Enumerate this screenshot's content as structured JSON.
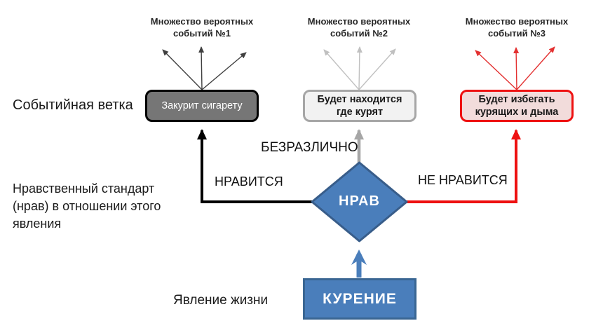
{
  "diagram": {
    "top_labels": [
      {
        "line1": "Множество вероятных",
        "line2": "событий №1"
      },
      {
        "line1": "Множество вероятных",
        "line2": "событий №2"
      },
      {
        "line1": "Множество вероятных",
        "line2": "событий №3"
      }
    ],
    "event_branch_label": "Событийная ветка",
    "event_boxes": [
      {
        "text": "Закурит сигарету",
        "line1": "Закурит сигарету",
        "line2": "",
        "fill": "#767676",
        "border": "#000000",
        "text_color": "#FFFFFF"
      },
      {
        "text": "Будет находится где курят",
        "line1": "Будет находится",
        "line2": "где курят",
        "fill": "#F2F2F2",
        "border": "#A6A6A6",
        "text_color": "#1A1A1A"
      },
      {
        "text": "Будет избегать курящих и дыма",
        "line1": "Будет избегать",
        "line2": "курящих и дыма",
        "fill": "#F2DCDB",
        "border": "#EE1111",
        "text_color": "#1A1A1A"
      }
    ],
    "branch_labels": {
      "like": "НРАВИТСЯ",
      "indifferent": "БЕЗРАЗЛИЧНО",
      "dislike": "НЕ НРАВИТСЯ"
    },
    "moral_standard_label": {
      "line1": "Нравственный стандарт",
      "line2": "(нрав) в отношении этого",
      "line3": "явления"
    },
    "diamond": {
      "label": "НРАВ",
      "fill": "#4A7EBB",
      "border": "#385D8A"
    },
    "phenomenon_box": {
      "label": "КУРЕНИЕ",
      "fill": "#4A7EBB",
      "border": "#3A6693"
    },
    "life_phenomenon_label": "Явление жизни",
    "colors": {
      "branch_like": "#000000",
      "branch_indifferent": "#A6A6A6",
      "branch_dislike": "#EE1111",
      "fan_1": "#3F3F3F",
      "fan_2": "#C0C0C0",
      "fan_3": "#E33030",
      "blue_arrow": "#4A7EBB"
    }
  }
}
